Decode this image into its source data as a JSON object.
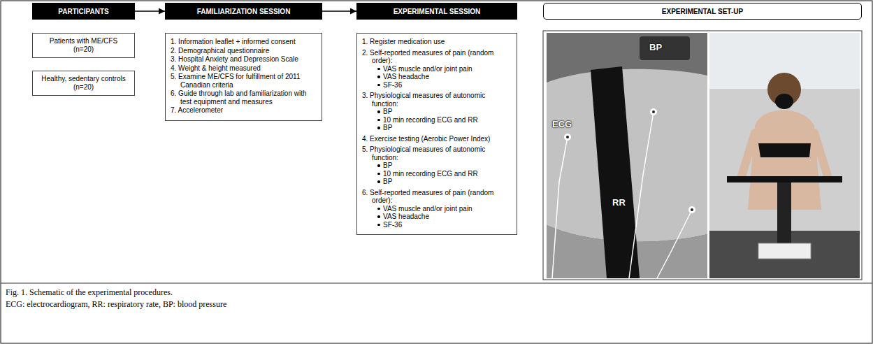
{
  "diagram": {
    "caption": "Fig. 1. Schematic of the experimental procedures.",
    "nodes": [
      {
        "text": [
          "PARTICIPANTS"
        ]
      },
      {
        "text": [
          "Patients with ME/CFS (n=20)"
        ]
      },
      {
        "text": [
          "Healthy, sedentary controls (n=20)"
        ]
      },
      {
        "text": [
          "FAMILIARIZATION SESSION"
        ]
      },
      {
        "text": [
          "1. Information leaflet + informed consent",
          "2. Demographical questionnaire",
          "3. Hospital Anxiety and Depression Scale",
          "4. Weight & height measured",
          "5. Examine ME/CFS for fulfillment of 2011 Canadian criteria",
          "6. Guide through lab and familiarization with test equipment and measures",
          "7. Accelerometer"
        ]
      },
      {
        "text": [
          "EXPERIMENTAL SESSION"
        ]
      },
      {
        "text": [
          "1. Register medication use",
          "2. Self-reported measures of pain (random order):",
          "VAS muscle and/or joint pain",
          "VAS headache",
          "SF-36",
          "3. Physiological measures of autonomic function:",
          "BP",
          "10 min recording ECG and RR",
          "BP",
          "4. Exercise testing (Aerobic Power Index)",
          "5. Physiological measures of autonomic function:",
          "BP",
          "10 min recording ECG and RR",
          "BP",
          "6. Self-reported measures of pain (random order):",
          "VAS muscle and/or joint pain",
          "VAS headache",
          "SF-36"
        ]
      },
      {
        "text": [
          "EXPERIMENTAL SET-UP"
        ]
      }
    ],
    "edges": [
      {
        "from": 0,
        "to": 3,
        "arrow": "to"
      },
      {
        "from": 3,
        "to": 5,
        "arrow": "to"
      }
    ],
    "labels": [
      "BP",
      "ECG",
      "RR",
      "ECG: electrocardiogram, RR: respiratory rate, BP: blood pressure"
    ]
  }
}
